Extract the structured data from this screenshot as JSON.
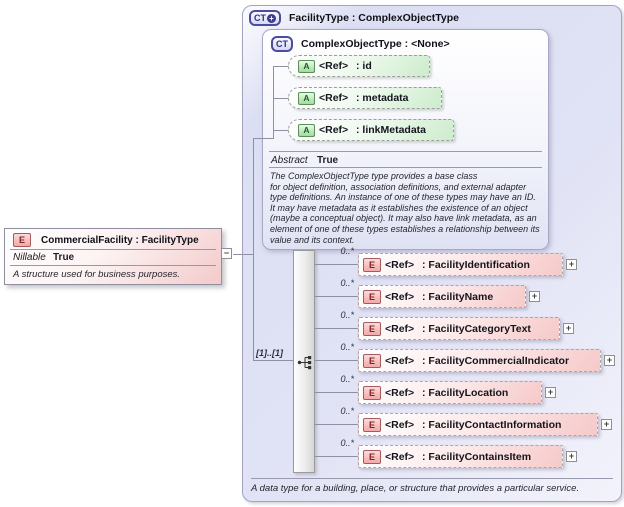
{
  "ui": {
    "expand_glyph": "+",
    "collapse_glyph": "−"
  },
  "root_element": {
    "icon": "E",
    "title": "CommercialFacility : FacilityType",
    "property_label": "Nillable",
    "property_value": "True",
    "annotation": "A structure used for business purposes."
  },
  "type_box": {
    "icon": "CT",
    "icon_plus": "+",
    "title": "FacilityType : ComplexObjectType",
    "annotation": "A data type for a building, place, or structure that provides a particular service.",
    "base_type": {
      "icon": "CT",
      "title": "ComplexObjectType : <None>",
      "attributes": [
        {
          "icon": "A",
          "ref": "<Ref>",
          "name": ": id"
        },
        {
          "icon": "A",
          "ref": "<Ref>",
          "name": ": metadata"
        },
        {
          "icon": "A",
          "ref": "<Ref>",
          "name": ": linkMetadata"
        }
      ],
      "property_label": "Abstract",
      "property_value": "True",
      "annotation": "The ComplexObjectType type provides a base class\nfor object definition, association definitions, and external adapter\ntype definitions. An instance of one of these types may have an ID.\nIt may have metadata as it establishes the existence of an object\n(maybe a conceptual object). It may also have link metadata, as an\nelement of one of these types establishes a relationship between its\nvalue and its context."
    },
    "sequence": {
      "cardinality": "[1]..[1]",
      "elements": [
        {
          "cardinality": "0..*",
          "icon": "E",
          "ref": "<Ref>",
          "name": ": FacilityIdentification"
        },
        {
          "cardinality": "0..*",
          "icon": "E",
          "ref": "<Ref>",
          "name": ": FacilityName"
        },
        {
          "cardinality": "0..*",
          "icon": "E",
          "ref": "<Ref>",
          "name": ": FacilityCategoryText"
        },
        {
          "cardinality": "0..*",
          "icon": "E",
          "ref": "<Ref>",
          "name": ": FacilityCommercialIndicator"
        },
        {
          "cardinality": "0..*",
          "icon": "E",
          "ref": "<Ref>",
          "name": ": FacilityLocation"
        },
        {
          "cardinality": "0..*",
          "icon": "E",
          "ref": "<Ref>",
          "name": ": FacilityContactInformation"
        },
        {
          "cardinality": "0..*",
          "icon": "E",
          "ref": "<Ref>",
          "name": ": FacilityContainsItem"
        }
      ]
    }
  }
}
